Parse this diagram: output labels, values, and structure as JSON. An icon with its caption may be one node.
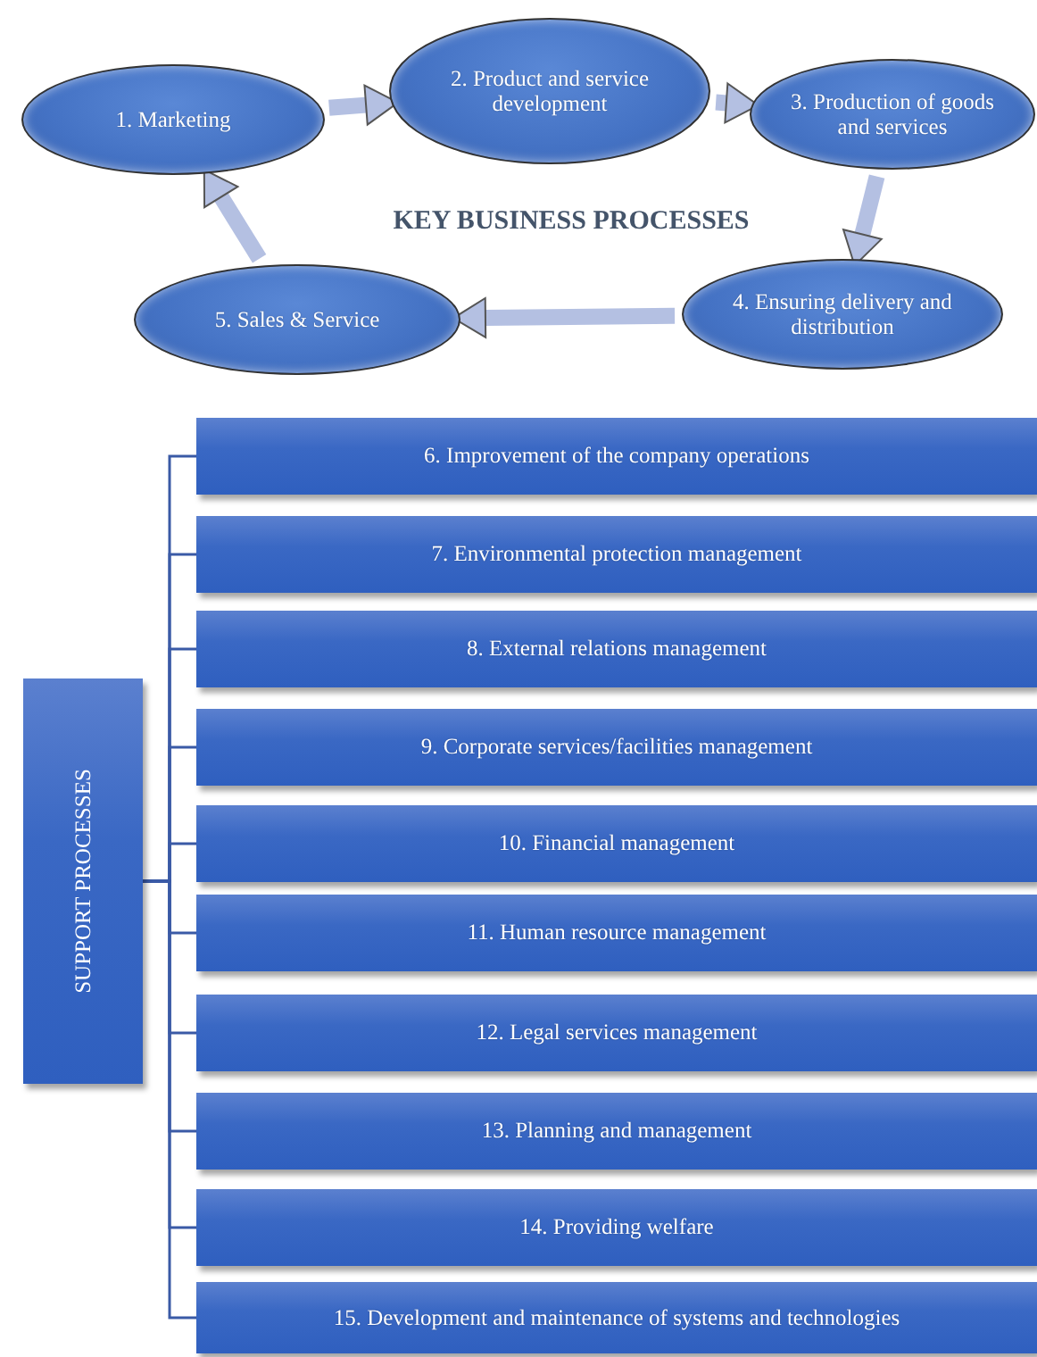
{
  "diagram": {
    "title": "KEY BUSINESS PROCESSES",
    "nodes": [
      {
        "text": [
          "1. Marketing"
        ]
      },
      {
        "text": [
          "2. Product and service development"
        ]
      },
      {
        "text": [
          "3. Production of goods and services"
        ]
      },
      {
        "text": [
          "4. Ensuring delivery and distribution"
        ]
      },
      {
        "text": [
          "5. Sales & Service"
        ]
      },
      {
        "text": [
          "SUPPORT PROCESSES"
        ]
      },
      {
        "text": [
          "6. Improvement of the company operations"
        ]
      },
      {
        "text": [
          "7. Environmental protection management"
        ]
      },
      {
        "text": [
          "8. External relations management"
        ]
      },
      {
        "text": [
          "9. Corporate services/facilities management"
        ]
      },
      {
        "text": [
          "10. Financial management"
        ]
      },
      {
        "text": [
          "11. Human resource management"
        ]
      },
      {
        "text": [
          "12. Legal services management"
        ]
      },
      {
        "text": [
          "13. Planning and management"
        ]
      },
      {
        "text": [
          "14. Providing welfare"
        ]
      },
      {
        "text": [
          "15. Development and maintenance of systems and technologies"
        ]
      }
    ],
    "edges": [
      {
        "from": 0,
        "to": 1,
        "arrow": "to",
        "style": "thick",
        "color": "#b4c0e2"
      },
      {
        "from": 1,
        "to": 2,
        "arrow": "to",
        "style": "thick",
        "color": "#b4c0e2"
      },
      {
        "from": 2,
        "to": 3,
        "arrow": "to",
        "style": "thick",
        "color": "#b4c0e2"
      },
      {
        "from": 3,
        "to": 4,
        "arrow": "to",
        "style": "thick",
        "color": "#b4c0e2"
      },
      {
        "from": 4,
        "to": 0,
        "arrow": "to",
        "style": "thick",
        "color": "#b4c0e2"
      },
      {
        "from": 5,
        "to": 6,
        "arrow": "none"
      },
      {
        "from": 5,
        "to": 7,
        "arrow": "none"
      },
      {
        "from": 5,
        "to": 8,
        "arrow": "none"
      },
      {
        "from": 5,
        "to": 9,
        "arrow": "none"
      },
      {
        "from": 5,
        "to": 10,
        "arrow": "none"
      },
      {
        "from": 5,
        "to": 11,
        "arrow": "none"
      },
      {
        "from": 5,
        "to": 12,
        "arrow": "none"
      },
      {
        "from": 5,
        "to": 13,
        "arrow": "none"
      },
      {
        "from": 5,
        "to": 14,
        "arrow": "none"
      },
      {
        "from": 5,
        "to": 15,
        "arrow": "none"
      }
    ]
  }
}
